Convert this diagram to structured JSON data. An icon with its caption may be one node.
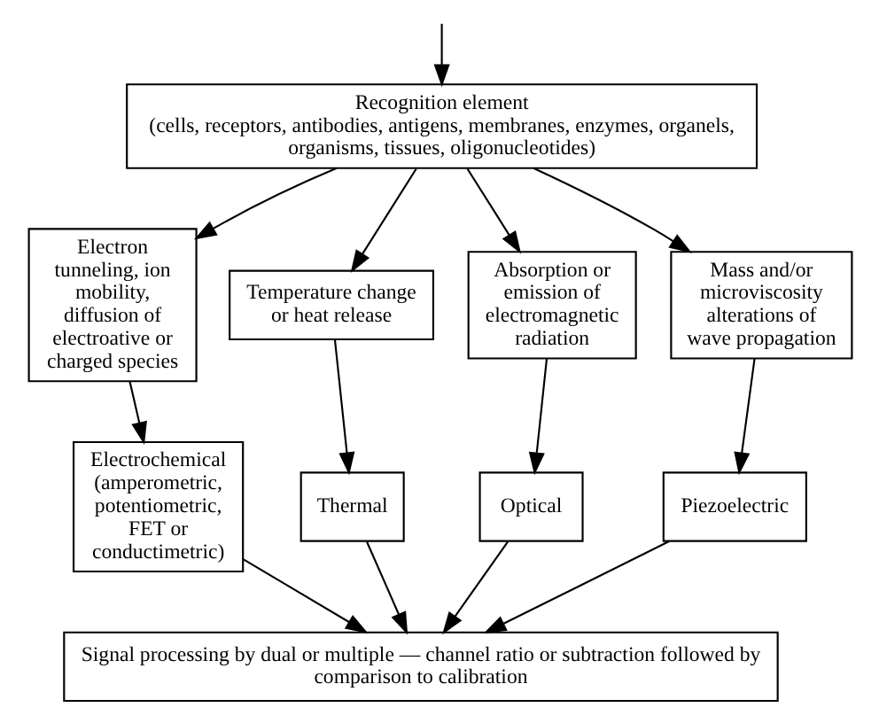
{
  "diagram": {
    "nodes": [
      {
        "text": [
          "Recognition element",
          "(cells, receptors, antibodies, antigens, membranes, enzymes, organels, organisms, tissues, oligonucleotides)"
        ]
      },
      {
        "text": [
          "Electron tunneling, ion mobility, diffusion of electroative or charged species"
        ]
      },
      {
        "text": [
          "Temperature change or heat release"
        ]
      },
      {
        "text": [
          "Absorption or emission of electromagnetic radiation"
        ]
      },
      {
        "text": [
          "Mass and/or microviscosity alterations of wave propagation"
        ]
      },
      {
        "text": [
          "Electrochemical (amperometric, potentiometric, FET or conductimetric)"
        ]
      },
      {
        "text": [
          "Thermal"
        ]
      },
      {
        "text": [
          "Optical"
        ]
      },
      {
        "text": [
          "Piezoelectric"
        ]
      },
      {
        "text": [
          "Signal processing by dual or multiple — channel ratio or subtraction followed by comparison to calibration"
        ]
      }
    ],
    "edges": [
      {
        "from": null,
        "to": 0,
        "arrow": "to"
      },
      {
        "from": 0,
        "to": 1,
        "arrow": "to"
      },
      {
        "from": 0,
        "to": 2,
        "arrow": "to"
      },
      {
        "from": 0,
        "to": 3,
        "arrow": "to"
      },
      {
        "from": 0,
        "to": 4,
        "arrow": "to"
      },
      {
        "from": 1,
        "to": 5,
        "arrow": "to"
      },
      {
        "from": 2,
        "to": 6,
        "arrow": "to"
      },
      {
        "from": 3,
        "to": 7,
        "arrow": "to"
      },
      {
        "from": 4,
        "to": 8,
        "arrow": "to"
      },
      {
        "from": 5,
        "to": 9,
        "arrow": "to"
      },
      {
        "from": 6,
        "to": 9,
        "arrow": "to"
      },
      {
        "from": 7,
        "to": 9,
        "arrow": "to"
      },
      {
        "from": 8,
        "to": 9,
        "arrow": "to"
      }
    ]
  }
}
